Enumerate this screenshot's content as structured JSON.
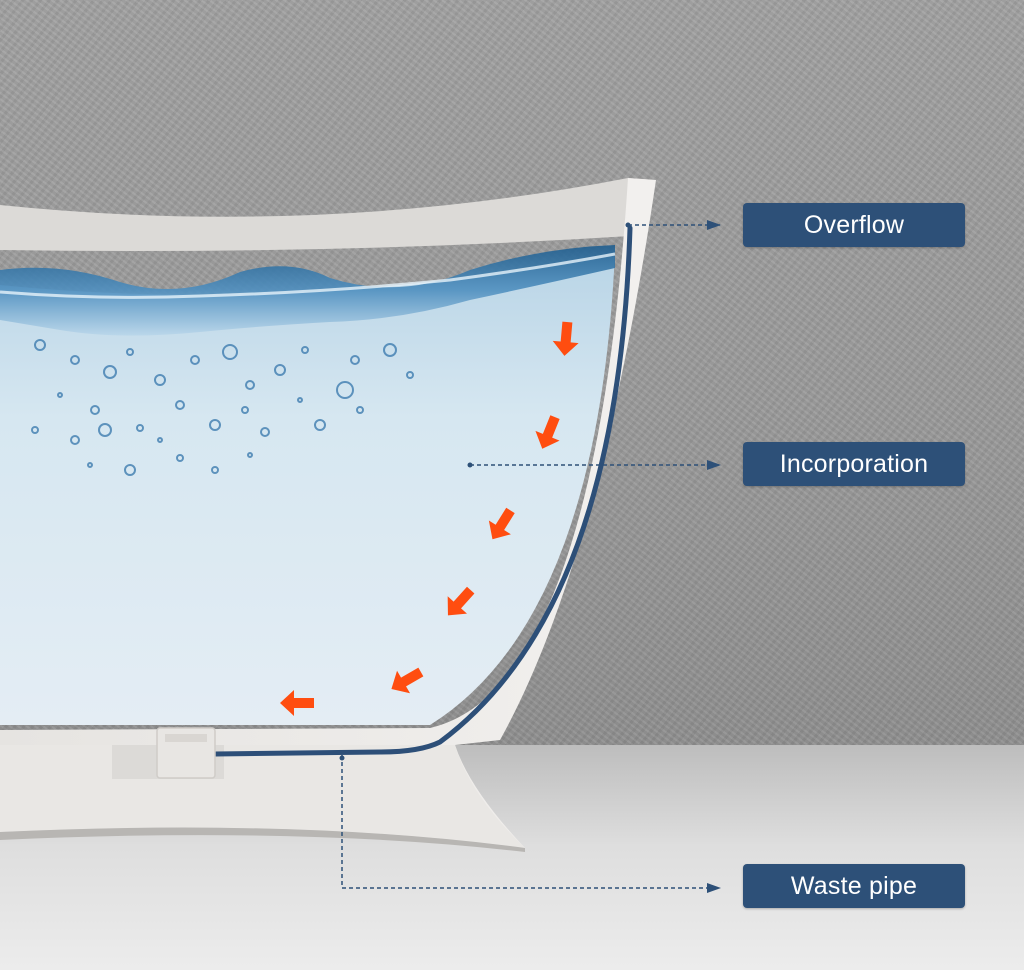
{
  "labels": {
    "overflow": "Overflow",
    "incorporation": "Incorporation",
    "waste_pipe": "Waste pipe"
  },
  "colors": {
    "label_bg": "#2d5078",
    "label_text": "#ffffff",
    "pipe": "#2d4f78",
    "flow_arrow": "#ff4d10",
    "water": "#cfe3ef",
    "tub": "#ebe9e6"
  },
  "icons": {
    "flow_arrow": "orange-flow-arrow-icon",
    "leader_arrow": "leader-arrow-icon"
  }
}
